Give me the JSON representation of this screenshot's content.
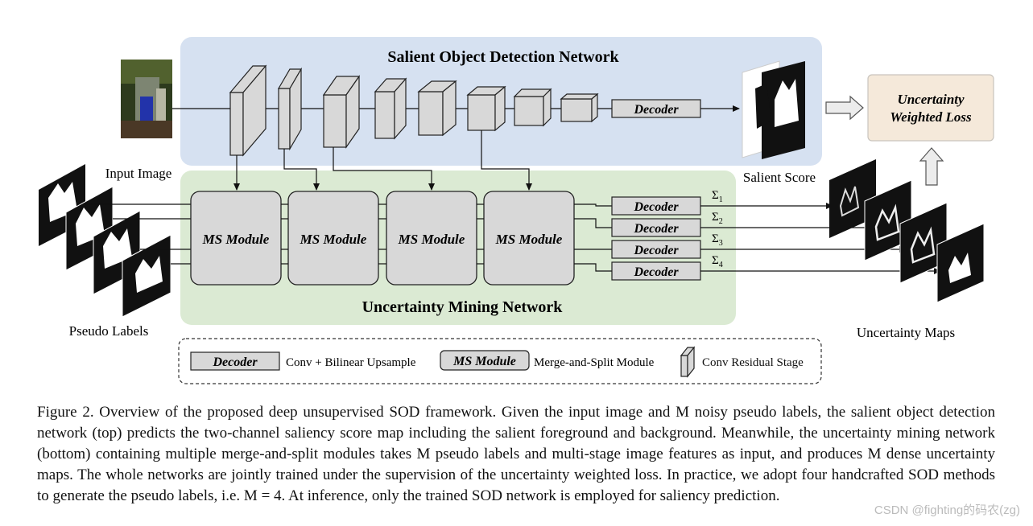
{
  "diagram": {
    "sod_title": "Salient Object Detection Network",
    "umn_title": "Uncertainty Mining Network",
    "loss_line1": "Uncertainty",
    "loss_line2": "Weighted Loss",
    "input_image_label": "Input Image",
    "salient_score_label": "Salient Score",
    "pseudo_labels_label": "Pseudo Labels",
    "uncertainty_maps_label": "Uncertainty Maps",
    "decoder_label": "Decoder",
    "ms_module_label": "MS Module",
    "sigma_symbol": "Σ",
    "sigma_indices": [
      "1",
      "2",
      "3",
      "4"
    ],
    "legend": {
      "decoder_desc": "Conv + Bilinear Upsample",
      "ms_desc": "Merge-and-Split Module",
      "residual_desc": "Conv Residual Stage"
    },
    "colors": {
      "sod_panel": "#d6e1f1",
      "umn_panel": "#dbead3",
      "loss_box": "#f5e9da",
      "block_fill": "#d8d8d8"
    }
  },
  "caption": {
    "text": "Figure 2. Overview of the proposed deep unsupervised SOD framework. Given the input image and M noisy pseudo labels, the salient object detection network (top) predicts the two-channel saliency score map including the salient foreground and background. Meanwhile, the uncertainty mining network (bottom) containing multiple merge-and-split modules takes M pseudo labels and multi-stage image features as input, and produces M dense uncertainty maps. The whole networks are jointly trained under the supervision of the uncertainty weighted loss. In practice, we adopt four handcrafted SOD methods to generate the pseudo labels, i.e. M = 4. At inference, only the trained SOD network is employed for saliency prediction."
  },
  "watermark": "CSDN @fighting的码农(zg)"
}
